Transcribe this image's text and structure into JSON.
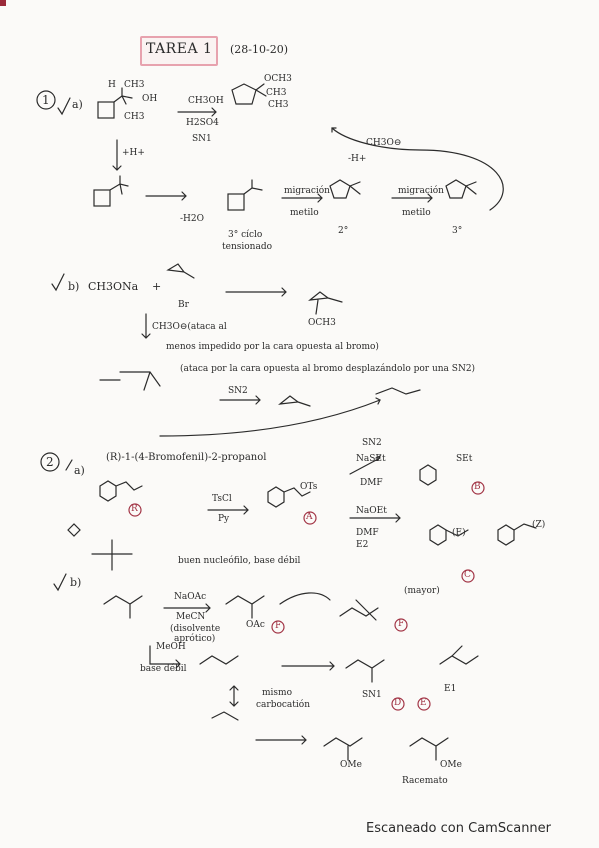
{
  "title": "TAREA 1",
  "date": "(28-10-20)",
  "footer": "Escaneado con CamScanner",
  "p1": {
    "number": "1",
    "item_a": "a)",
    "reagents": [
      "CH3OH",
      "H2SO4",
      "SN1"
    ],
    "proton": "+H+",
    "minus_water": "-H2O",
    "carbocation_note": [
      "3° cíclo",
      "tensionado"
    ],
    "migration_1": [
      "migración",
      "metilo"
    ],
    "migration_2": [
      "migración",
      "metilo"
    ],
    "deg_1": "2°",
    "deg_2": "3°",
    "nucleophile": "CH3O⊖",
    "minus_h": "-H+",
    "labels": [
      "H",
      "CH3",
      "OH",
      "CH3",
      "OCH3",
      "CH3",
      "CH3"
    ]
  },
  "p1b": {
    "item": "b)",
    "reagent": "CH3ONa",
    "plus": "+",
    "leaving": "Br",
    "product_sub": "OCH3",
    "note_1": "CH3O⊖(ataca al",
    "note_2": "menos impedido por la cara opuesta al bromo)",
    "note_3": "(ataca por la cara opuesta al bromo desplazándolo por una SN2)",
    "sn2": "SN2",
    "name": "(R)-1-(4-Bromofenil)-2-propanol"
  },
  "p2": {
    "number": "2",
    "item_a": "a)",
    "tscl": "TsCl",
    "py": "Py",
    "sn2": "SN2",
    "naset": "NaSEt",
    "dmf1": "DMF",
    "naoet": "NaOEt",
    "dmf2": "DMF",
    "e2": "E2",
    "e_label": "(E)",
    "z_label": "(Z)",
    "major": "(mayor)",
    "c_label": "C",
    "r_label": "R",
    "a_label": "A",
    "b_label": "B",
    "ots": "OTs",
    "set": "SEt",
    "buen": "buen nucleófilo, base débil",
    "item_b": "b)",
    "naoac": "NaOAc",
    "mecn": "MeCN",
    "aprot": [
      "(disolvente",
      "aprótico)"
    ],
    "oac": "OAc",
    "f_label": "F",
    "meoh": "MeOH",
    "base_debil": "base débil",
    "mismo": [
      "mismo",
      "carbocatión"
    ],
    "sn1": "SN1",
    "e1": "E1",
    "d_label": "D",
    "e2_label": "E",
    "ome": "OMe",
    "racemato": "Racemato"
  }
}
